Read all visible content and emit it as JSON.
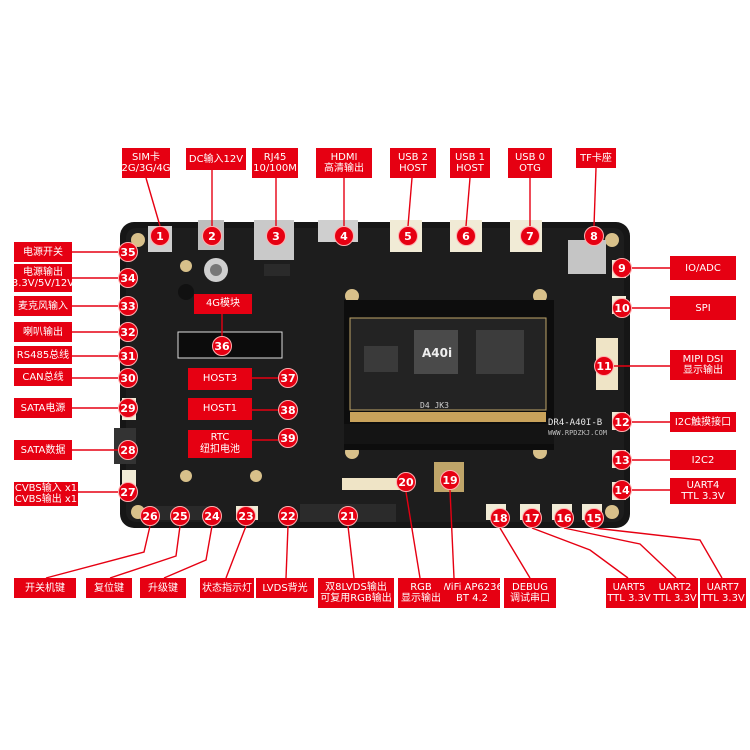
{
  "board": {
    "model_silk": "DR4-A40I-B",
    "site_silk": "WWW.RPDZKJ.COM",
    "som_brand": "A40i",
    "som_label": "D4 JK3"
  },
  "callouts": [
    {
      "id": "1",
      "lines": [
        "SIM卡",
        "2G/3G/4G"
      ]
    },
    {
      "id": "2",
      "lines": [
        "DC输入12V"
      ]
    },
    {
      "id": "3",
      "lines": [
        "RJ45",
        "10/100M"
      ]
    },
    {
      "id": "4",
      "lines": [
        "HDMI",
        "高清输出"
      ]
    },
    {
      "id": "5",
      "lines": [
        "USB 2",
        "HOST"
      ]
    },
    {
      "id": "6",
      "lines": [
        "USB 1",
        "HOST"
      ]
    },
    {
      "id": "7",
      "lines": [
        "USB 0",
        "OTG"
      ]
    },
    {
      "id": "8",
      "lines": [
        "TF卡座"
      ]
    },
    {
      "id": "9",
      "lines": [
        "IO/ADC"
      ]
    },
    {
      "id": "10",
      "lines": [
        "SPI"
      ]
    },
    {
      "id": "11",
      "lines": [
        "MIPI DSI",
        "显示输出"
      ]
    },
    {
      "id": "12",
      "lines": [
        "I2C触摸接口"
      ]
    },
    {
      "id": "13",
      "lines": [
        "I2C2"
      ]
    },
    {
      "id": "14",
      "lines": [
        "UART4",
        "TTL 3.3V"
      ]
    },
    {
      "id": "15",
      "lines": [
        "UART7",
        "TTL 3.3V"
      ]
    },
    {
      "id": "16",
      "lines": [
        "UART2",
        "TTL 3.3V"
      ]
    },
    {
      "id": "17",
      "lines": [
        "UART5",
        "TTL 3.3V"
      ]
    },
    {
      "id": "18",
      "lines": [
        "DEBUG",
        "调试串口"
      ]
    },
    {
      "id": "19",
      "lines": [
        "WiFi AP6236",
        "BT 4.2"
      ]
    },
    {
      "id": "20",
      "lines": [
        "RGB",
        "显示输出"
      ]
    },
    {
      "id": "21",
      "lines": [
        "双8LVDS输出",
        "可复用RGB输出"
      ]
    },
    {
      "id": "22",
      "lines": [
        "LVDS背光"
      ]
    },
    {
      "id": "23",
      "lines": [
        "状态指示灯"
      ]
    },
    {
      "id": "24",
      "lines": [
        "升级键"
      ]
    },
    {
      "id": "25",
      "lines": [
        "复位键"
      ]
    },
    {
      "id": "26",
      "lines": [
        "开关机键"
      ]
    },
    {
      "id": "27",
      "lines": [
        "CVBS输入 x1",
        "CVBS输出 x1"
      ]
    },
    {
      "id": "28",
      "lines": [
        "SATA数据"
      ]
    },
    {
      "id": "29",
      "lines": [
        "SATA电源"
      ]
    },
    {
      "id": "30",
      "lines": [
        "CAN总线"
      ]
    },
    {
      "id": "31",
      "lines": [
        "RS485总线"
      ]
    },
    {
      "id": "32",
      "lines": [
        "喇叭输出"
      ]
    },
    {
      "id": "33",
      "lines": [
        "麦克风输入"
      ]
    },
    {
      "id": "34",
      "lines": [
        "电源输出",
        "3.3V/5V/12V"
      ]
    },
    {
      "id": "35",
      "lines": [
        "电源开关"
      ]
    },
    {
      "id": "36",
      "lines": [
        "4G模块"
      ]
    },
    {
      "id": "37",
      "lines": [
        "HOST3"
      ]
    },
    {
      "id": "38",
      "lines": [
        "HOST1"
      ]
    },
    {
      "id": "39",
      "lines": [
        "RTC",
        "纽扣电池"
      ]
    }
  ]
}
